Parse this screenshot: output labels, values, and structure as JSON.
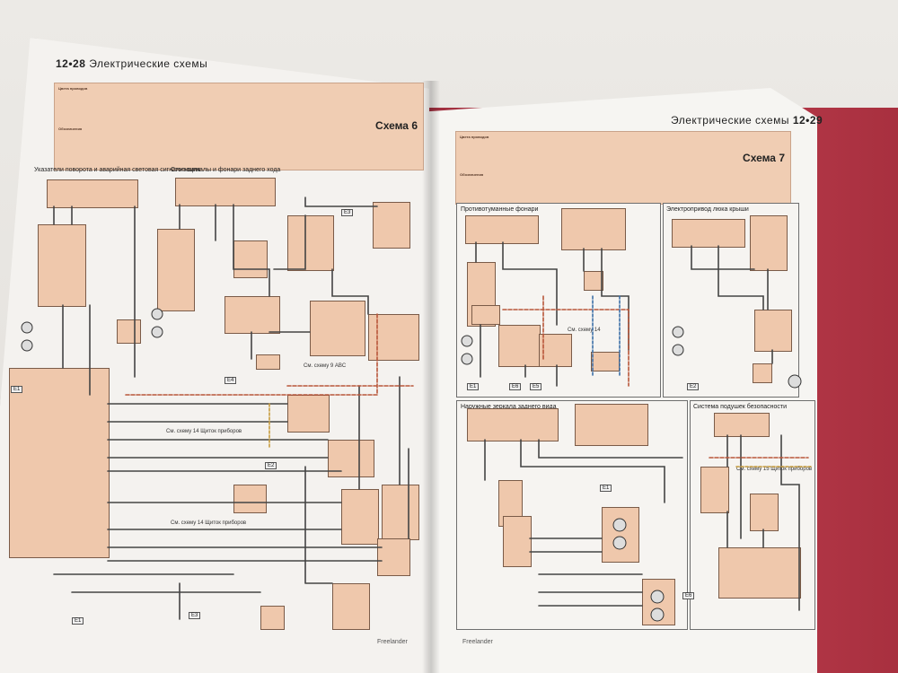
{
  "left_page": {
    "header_number": "12•28",
    "header_title": "Электрические схемы",
    "scheme_label": "Схема 6",
    "legend_title": "Цвета проводов",
    "legend_subtitle": "Обозначения",
    "panel_1_title": "Указатели поворота и аварийная световая сигнализация",
    "panel_2_title": "Стоп-сигналы и фонари заднего хода",
    "notes": [
      "См. схему 14 Щиток приборов",
      "См. схему 14 Щиток приборов",
      "См. схему 9 ABC"
    ],
    "grounds": [
      "E1",
      "E4",
      "E2",
      "E3",
      "E1",
      "E3"
    ],
    "footer": "Freelander"
  },
  "right_page": {
    "header_title": "Электрические схемы",
    "header_number": "12•29",
    "scheme_label": "Схема 7",
    "legend_title": "Цвета проводов",
    "legend_subtitle": "Обозначения",
    "panel_1_title": "Противотуманные фонари",
    "panel_2_title": "Электропривод люка крыши",
    "panel_3_title": "Наружные зеркала заднего вида",
    "panel_4_title": "Система подушек безопасности",
    "notes": [
      "См. схему 14",
      "См. схему 15 Щиток приборов"
    ],
    "grounds": [
      "E1",
      "E6",
      "E5",
      "E2",
      "E1",
      "E6"
    ],
    "footer": "Freelander"
  }
}
